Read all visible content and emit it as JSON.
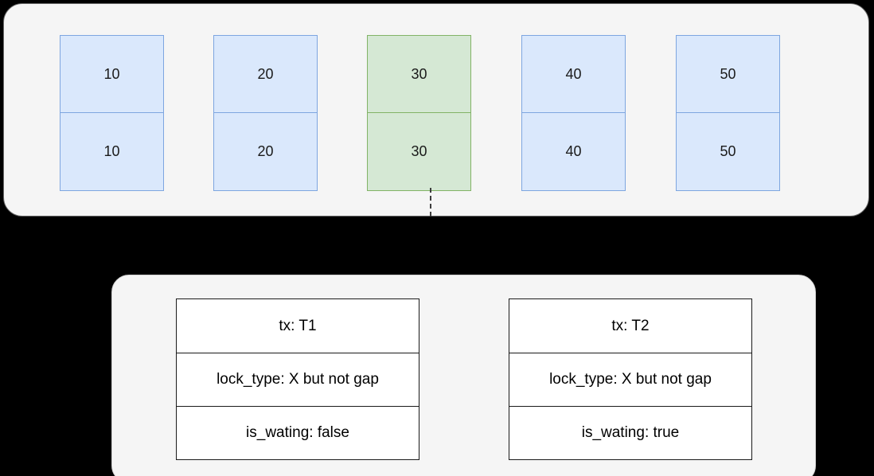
{
  "diagram": {
    "title": "MySQL index record lock diagram",
    "background_color": "#000000"
  },
  "index_panel": {
    "name": "index-record-panel",
    "background_color": "#f5f5f5",
    "border_color": "#666666",
    "records": [
      {
        "id": "record-10",
        "top_value": "10",
        "bottom_value": "10",
        "state": "normal",
        "fill": "#dae8fc",
        "stroke": "#7ea6e0"
      },
      {
        "id": "record-20",
        "top_value": "20",
        "bottom_value": "20",
        "state": "normal",
        "fill": "#dae8fc",
        "stroke": "#7ea6e0"
      },
      {
        "id": "record-30",
        "top_value": "30",
        "bottom_value": "30",
        "state": "locked",
        "fill": "#d5e8d4",
        "stroke": "#82b366"
      },
      {
        "id": "record-40",
        "top_value": "40",
        "bottom_value": "40",
        "state": "normal",
        "fill": "#dae8fc",
        "stroke": "#7ea6e0"
      },
      {
        "id": "record-50",
        "top_value": "50",
        "bottom_value": "50",
        "state": "normal",
        "fill": "#dae8fc",
        "stroke": "#7ea6e0"
      }
    ]
  },
  "connector": {
    "name": "lock-connector",
    "style": "dashed",
    "color": "#3d3d3d",
    "from": "record-30",
    "to": "lock-panel"
  },
  "lock_panel": {
    "name": "lock-info-panel",
    "background_color": "#f5f5f5",
    "border_color": "#d0d0d0",
    "locks": [
      {
        "id": "lock-t1",
        "tx": "tx: T1",
        "lock_type": "lock_type: X but not gap",
        "is_wating": "is_wating: false"
      },
      {
        "id": "lock-t2",
        "tx": "tx: T2",
        "lock_type": "lock_type: X but not gap",
        "is_wating": "is_wating: true"
      }
    ]
  }
}
